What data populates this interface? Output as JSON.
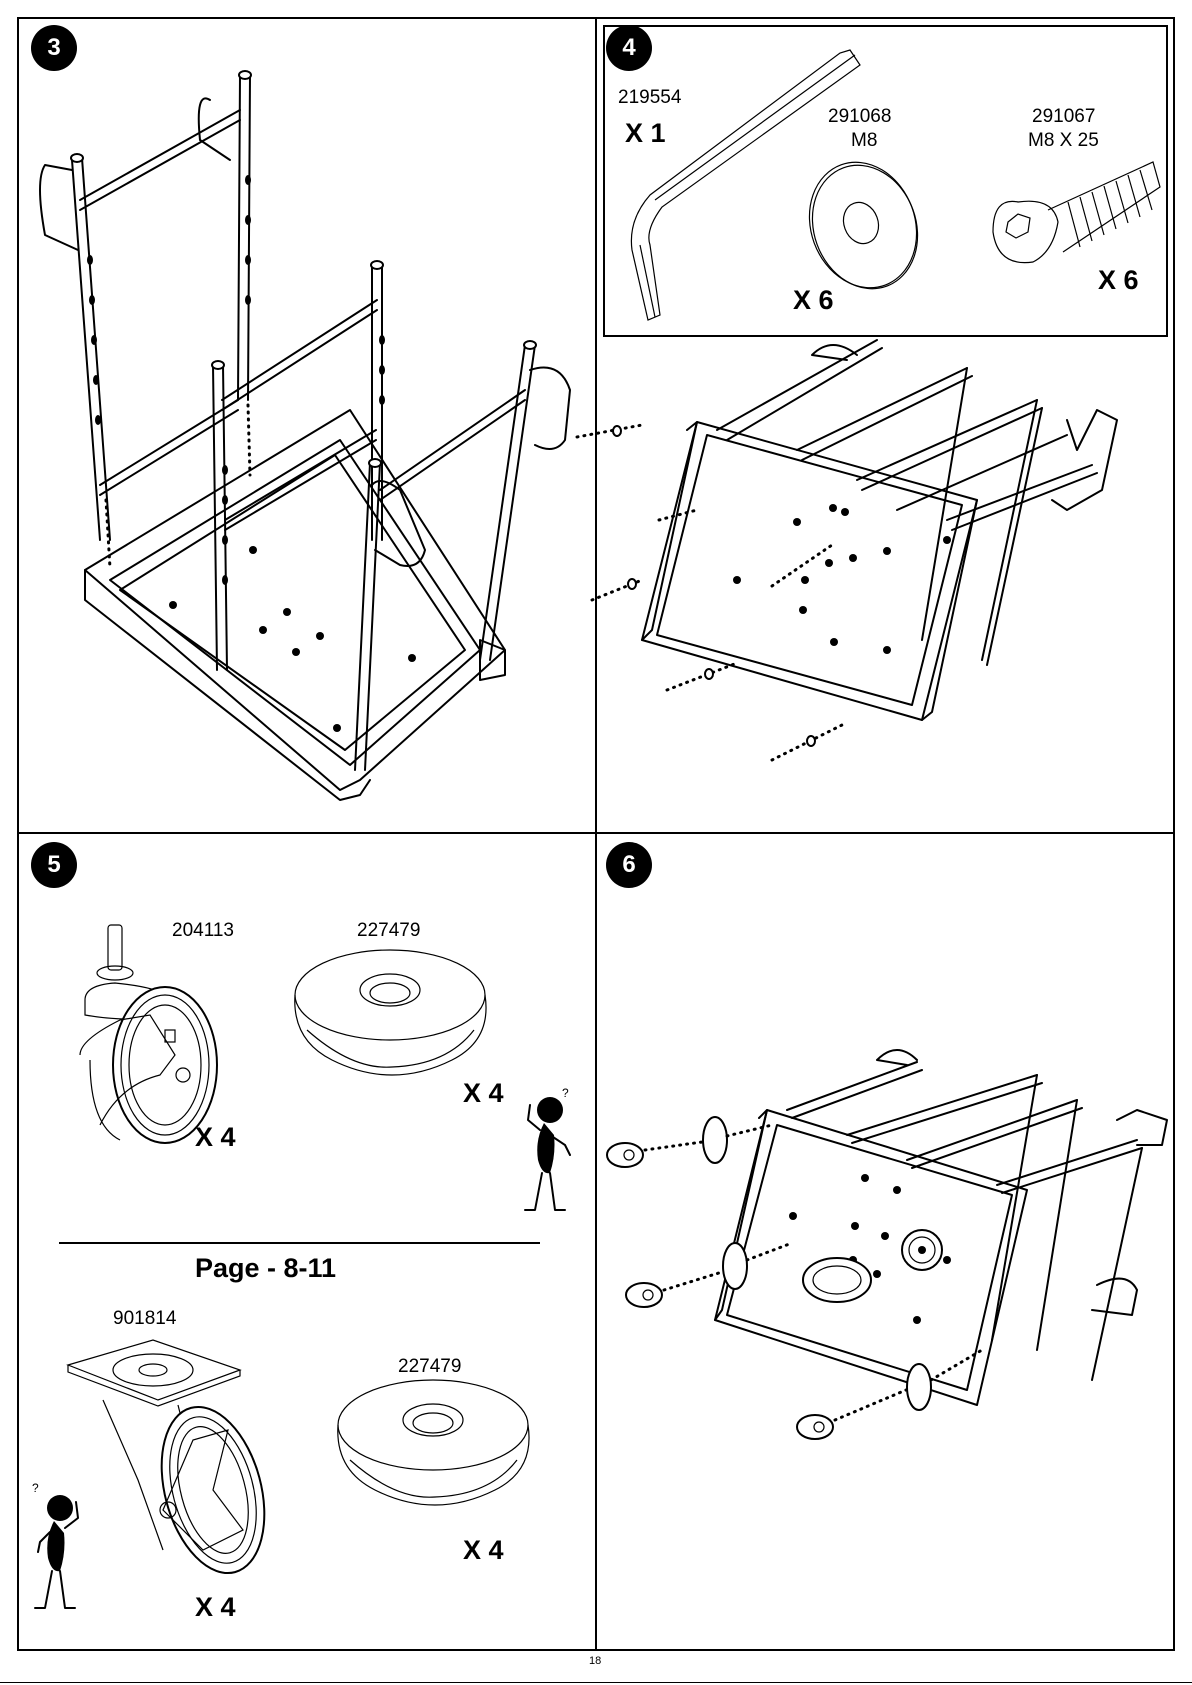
{
  "steps": {
    "step3": {
      "number": "3"
    },
    "step4": {
      "number": "4",
      "parts": [
        {
          "id": "219554",
          "spec": "",
          "qty": "X 1"
        },
        {
          "id": "291068",
          "spec": "M8",
          "qty": "X 6"
        },
        {
          "id": "291067",
          "spec": "M8 X 25",
          "qty": "X 6"
        }
      ]
    },
    "step5": {
      "number": "5",
      "set_a": [
        {
          "id": "204113",
          "qty": "X 4"
        },
        {
          "id": "227479",
          "qty": "X 4"
        }
      ],
      "page_ref": "Page - 8-11",
      "set_b": [
        {
          "id": "901814",
          "qty": "X 4"
        },
        {
          "id": "227479",
          "qty": "X 4"
        }
      ]
    },
    "step6": {
      "number": "6"
    }
  },
  "page_number": "18"
}
